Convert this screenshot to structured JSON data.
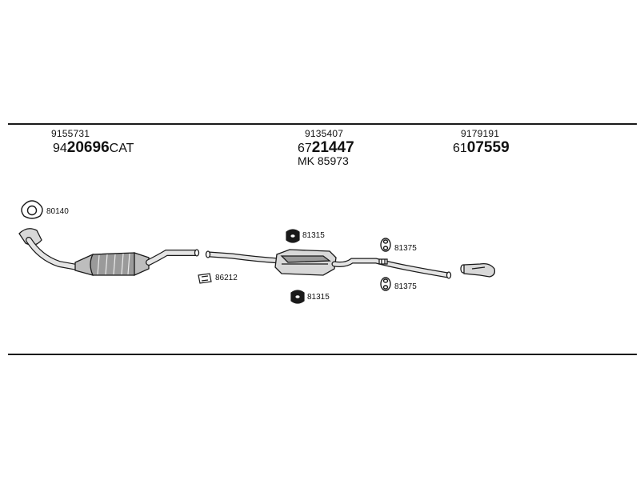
{
  "parts": [
    {
      "id": "front",
      "small_number": "9155731",
      "prefix": "94",
      "bold": "20696",
      "suffix": "CAT"
    },
    {
      "id": "middle",
      "small_number": "9135407",
      "prefix": "67",
      "bold": "21447",
      "suffix": "",
      "extra": "MK 85973"
    },
    {
      "id": "rear",
      "small_number": "9179191",
      "prefix": "61",
      "bold": "07559",
      "suffix": ""
    }
  ],
  "callouts": {
    "gasket": "80140",
    "clamp": "86212",
    "mount_top": "81315",
    "mount_bottom": "81315",
    "ring_top": "81375",
    "ring_bottom": "81375"
  },
  "colors": {
    "line": "#1a1a1a",
    "fill_light": "#d8d8d8",
    "fill_mid": "#9a9a9a"
  }
}
